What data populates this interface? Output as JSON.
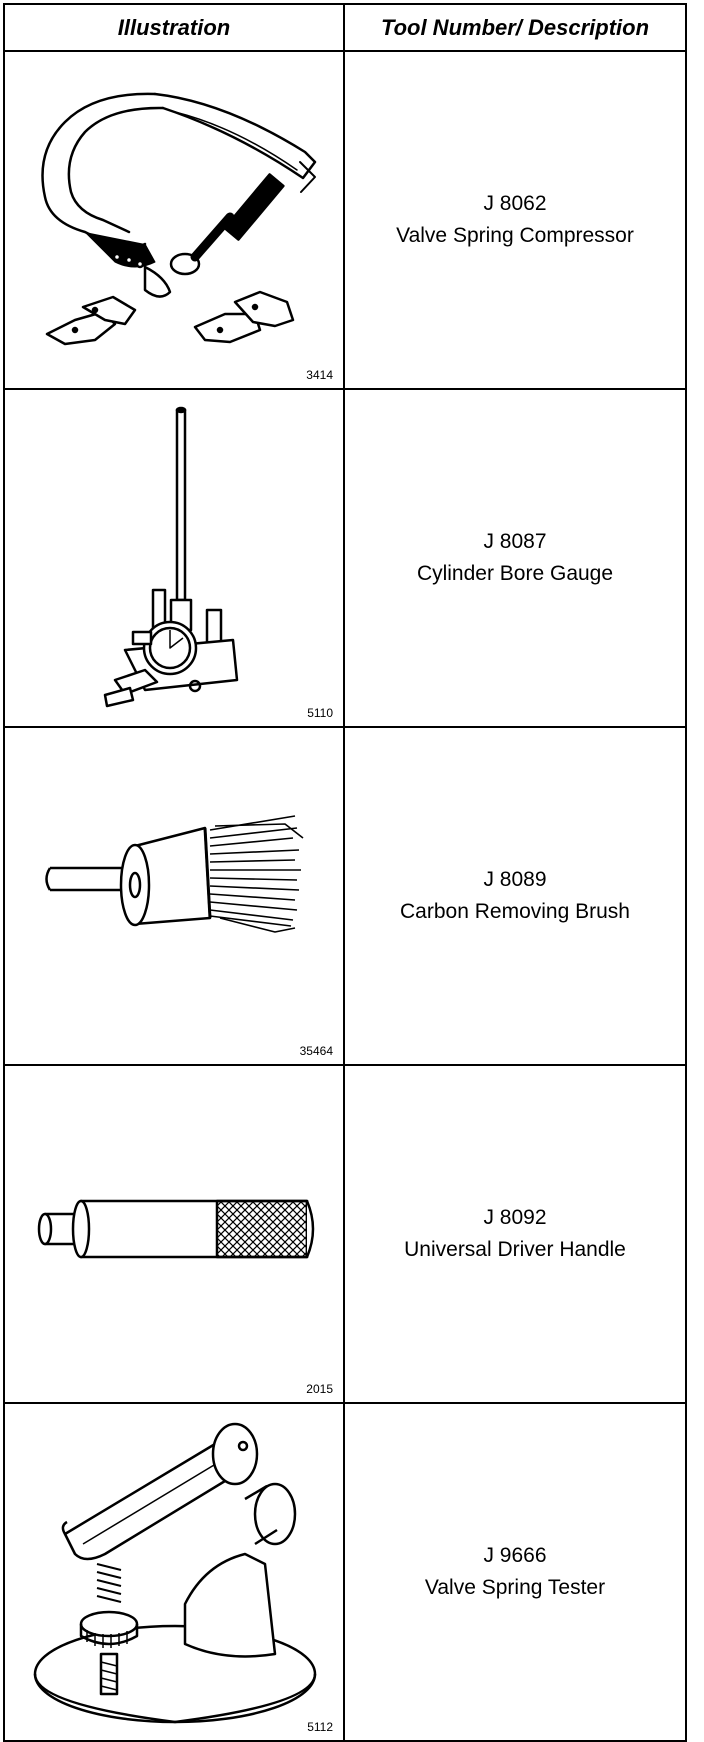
{
  "table": {
    "headers": {
      "illustration": "Illustration",
      "description": "Tool Number/ Description"
    },
    "rows": [
      {
        "figure": "3414",
        "number": "J 8062",
        "description": "Valve Spring Compressor",
        "icon": "valve-spring-compressor-illustration"
      },
      {
        "figure": "5110",
        "number": "J 8087",
        "description": "Cylinder Bore Gauge",
        "icon": "cylinder-bore-gauge-illustration"
      },
      {
        "figure": "35464",
        "number": "J 8089",
        "description": "Carbon Removing Brush",
        "icon": "carbon-removing-brush-illustration"
      },
      {
        "figure": "2015",
        "number": "J 8092",
        "description": "Universal Driver Handle",
        "icon": "universal-driver-handle-illustration"
      },
      {
        "figure": "5112",
        "number": "J 9666",
        "description": "Valve Spring Tester",
        "icon": "valve-spring-tester-illustration"
      }
    ]
  }
}
